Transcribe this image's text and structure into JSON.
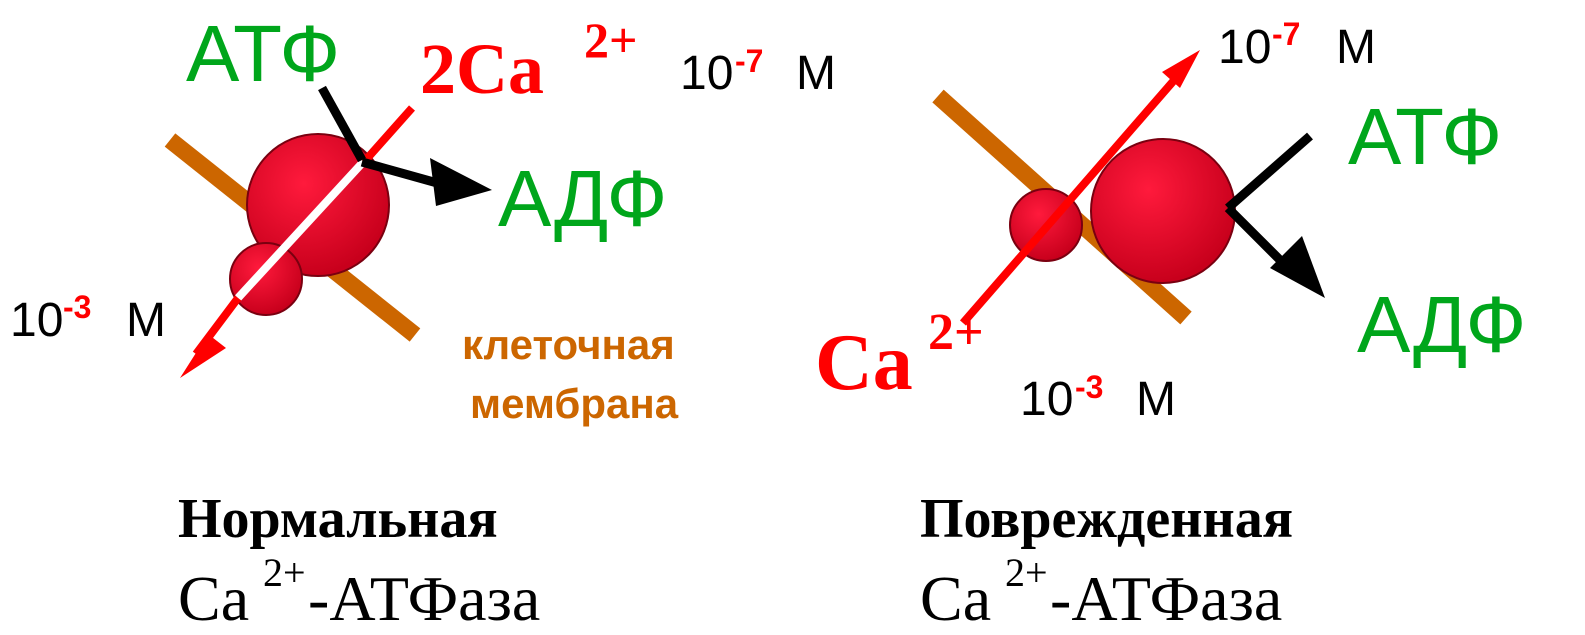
{
  "colors": {
    "membrane": "#cc6600",
    "pump": "#dd0022",
    "calcium_arrow": "#ff0000",
    "atp_text": "#00a61b",
    "exponent": "#ff0000"
  },
  "normal": {
    "atp": "АТФ",
    "adp": "АДФ",
    "calcium_prefix": "2Ca",
    "calcium_charge": "2+",
    "outside_conc_base": "10",
    "outside_conc_exp": "-7",
    "outside_conc_unit": "M",
    "inside_conc_base": "10",
    "inside_conc_exp": "-3",
    "inside_conc_unit": "M",
    "membrane_label_line1": "клеточная",
    "membrane_label_line2": "мембрана",
    "caption_title": "Нормальная",
    "caption_ion": "Ca",
    "caption_charge": "2+",
    "caption_enzyme": " -АТФаза"
  },
  "damaged": {
    "atp": "АТФ",
    "adp": "АДФ",
    "calcium_prefix": "Ca",
    "calcium_charge": "2+",
    "outside_conc_base": "10",
    "outside_conc_exp": "-7",
    "outside_conc_unit": "M",
    "inside_conc_base": "10",
    "inside_conc_exp": "-3",
    "inside_conc_unit": "M",
    "caption_title": "Поврежденная",
    "caption_ion": "Ca",
    "caption_charge": "2+",
    "caption_enzyme": " -АТФаза"
  }
}
